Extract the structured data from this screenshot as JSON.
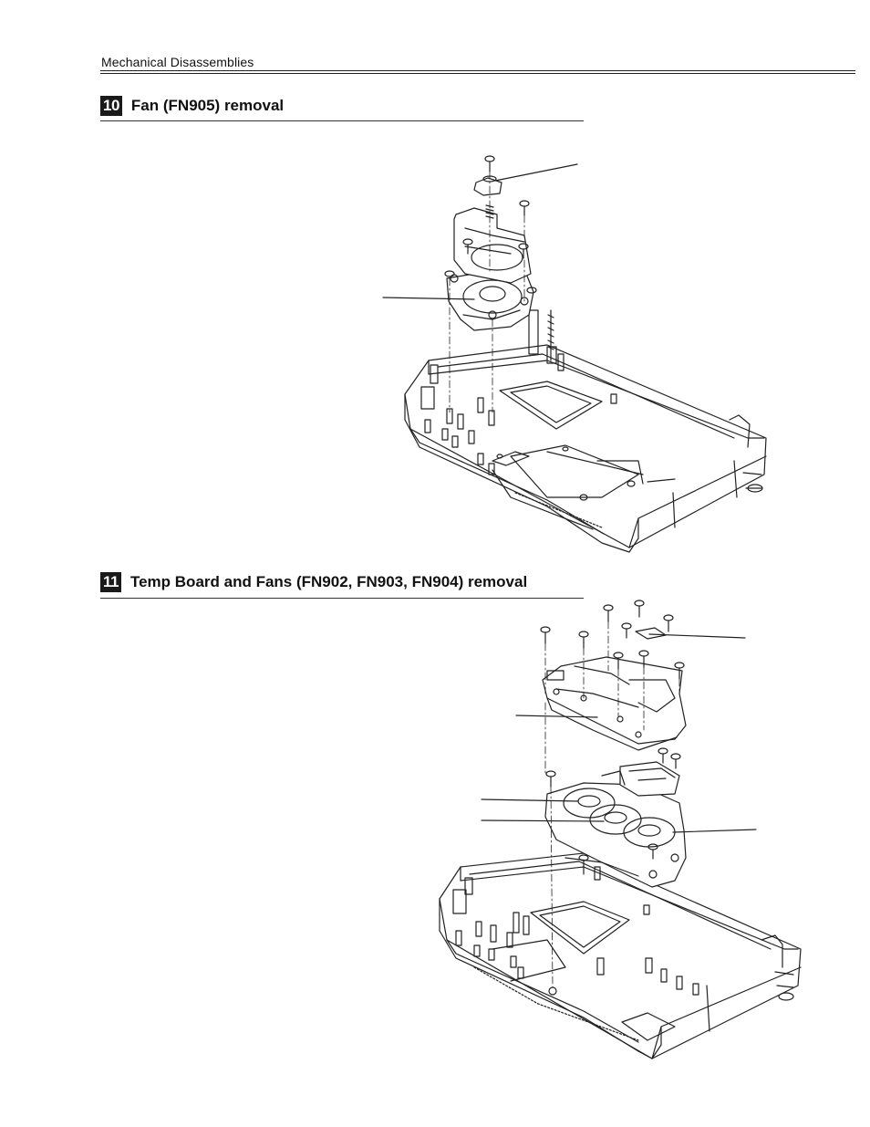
{
  "header": {
    "title": "Mechanical Disassemblies"
  },
  "sections": [
    {
      "number": "10",
      "title": "Fan (FN905) removal"
    },
    {
      "number": "11",
      "title": "Temp Board and Fans (FN902, FN903, FN904) removal"
    }
  ]
}
